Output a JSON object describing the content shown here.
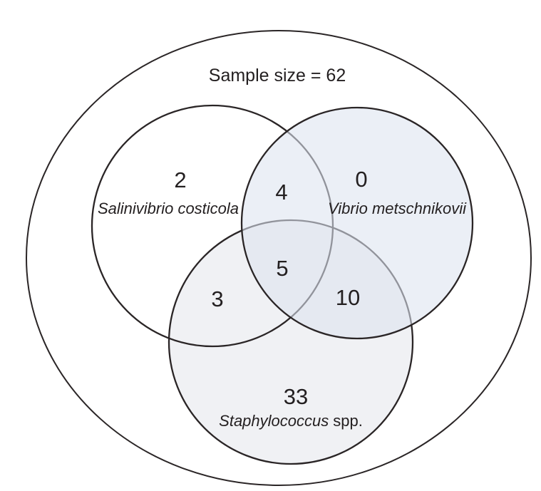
{
  "title": "Sample size = 62",
  "venn": {
    "type": "venn3",
    "sample_size": 62,
    "sets": [
      {
        "id": "salinivibrio",
        "label": "Salinivibrio costicola",
        "exclusive_count": 2,
        "fill": "none"
      },
      {
        "id": "vibrio",
        "label": "Vibrio metschnikovii",
        "exclusive_count": 0,
        "fill": "#ebeff6"
      },
      {
        "id": "staphylococcus",
        "label": "Staphylococcus spp.",
        "exclusive_count": 33,
        "fill": "#f0f1f4"
      }
    ],
    "overlaps": {
      "salinivibrio_vibrio": 4,
      "salinivibrio_staphylococcus": 3,
      "vibrio_staphylococcus": 10,
      "all_three": 5
    }
  },
  "counts": {
    "salinivibrio_only": "2",
    "vibrio_only": "0",
    "staphylococcus_only": "33",
    "salinivibrio_vibrio": "4",
    "salinivibrio_staphylococcus": "3",
    "vibrio_staphylococcus": "10",
    "all_three": "5"
  },
  "labels": {
    "salinivibrio": "Salinivibrio costicola",
    "vibrio": "Vibrio metschnikovii",
    "staphylococcus_italic": "Staphylococcus",
    "staphylococcus_suffix": "spp."
  },
  "colors": {
    "stroke": "#2a2526",
    "text": "#231f20",
    "vibrio_fill_rgba": "rgba(221,228,240,0.58)",
    "staphylococcus_fill_rgba": "rgba(226,228,233,0.52)",
    "background": "#ffffff"
  }
}
